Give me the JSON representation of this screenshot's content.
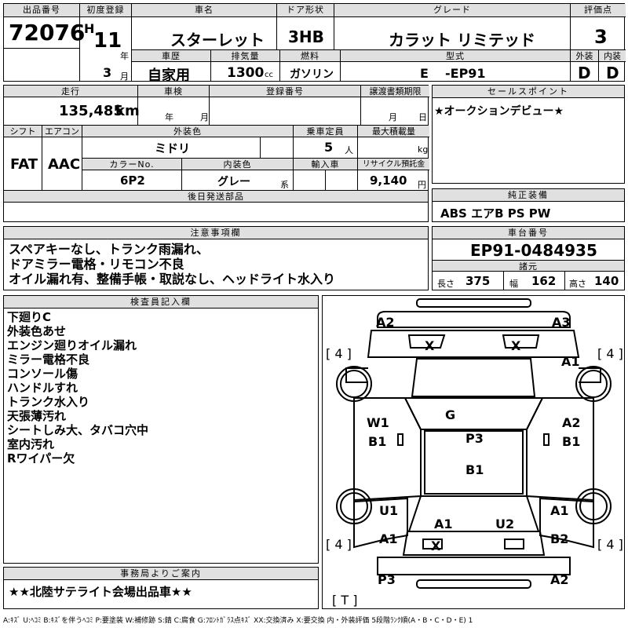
{
  "header": {
    "lot_label": "出品番号",
    "lot": "72076",
    "first_reg_label": "初度登録",
    "era": "H",
    "year": "11",
    "year_unit": "年",
    "month": "3",
    "month_unit": "月",
    "car_name_label": "車名",
    "car_name": "スターレット",
    "door_label": "ドア形状",
    "door": "3HB",
    "grade_label": "グレード",
    "grade": "カラット リミテッド",
    "score_label": "評価点",
    "score": "3",
    "history_label": "車歴",
    "history": "自家用",
    "displacement_label": "排気量",
    "displacement": "1300",
    "displacement_unit": "cc",
    "fuel_label": "燃料",
    "fuel": "ガソリン",
    "model_label": "型式",
    "model_prefix": "E",
    "model": "-EP91",
    "exterior_label": "外装",
    "exterior": "D",
    "interior_label": "内装",
    "interior": "D"
  },
  "mid": {
    "mileage_label": "走行",
    "mileage": "135,485",
    "mileage_unit": "km",
    "inspection_label": "車検",
    "insp_year_unit": "年",
    "insp_month_unit": "月",
    "reg_no_label": "登録番号",
    "transfer_label": "譲渡書類期限",
    "transfer_month_unit": "月",
    "transfer_day_unit": "日",
    "sales_point_label": "セールスポイント",
    "sales_point": "★オークションデビュー★",
    "shift_label": "シフト",
    "shift": "FAT",
    "ac_label": "エアコン",
    "ac": "AAC",
    "ext_color_label": "外装色",
    "ext_color": "ミドリ",
    "capacity_label": "乗車定員",
    "capacity": "5",
    "capacity_unit": "人",
    "max_load_label": "最大積載量",
    "max_load_unit": "kg",
    "color_no_label": "カラーNo.",
    "color_no": "6P2",
    "int_color_label": "内装色",
    "int_color": "グレー",
    "int_color_unit": "系",
    "import_label": "輸入車",
    "recycle_label": "リサイクル預託金",
    "recycle": "9,140",
    "recycle_unit": "円",
    "post_parts_label": "後日発送部品",
    "equipment_label": "純正装備",
    "equipment": "ABS エアB PS PW"
  },
  "notes": {
    "label": "注意事項欄",
    "lines": [
      "スペアキーなし、トランク雨漏れ、",
      "ドアミラー電格・リモコン不良",
      "オイル漏れ有、整備手帳・取説なし、ヘッドライト水入り"
    ]
  },
  "chassis": {
    "label": "車台番号",
    "number": "EP91-0484935",
    "spec_label": "諸元",
    "length_label": "長さ",
    "length": "375",
    "width_label": "幅",
    "width": "162",
    "height_label": "高さ",
    "height": "140"
  },
  "inspector": {
    "label": "検査員記入欄",
    "lines": [
      "下廻りC",
      "外装色あせ",
      "エンジン廻りオイル漏れ",
      "ミラー電格不良",
      "コンソール傷",
      "ハンドルすれ",
      "トランク水入り",
      "天張薄汚れ",
      "シートしみ大、タバコ穴中",
      "室内汚れ",
      "Rワイパー欠"
    ]
  },
  "office": {
    "label": "事務局よりご案内",
    "text": "★★北陸サテライト会場出品車★★"
  },
  "diagram": {
    "marks": {
      "front_left": "A2",
      "front_right": "A3",
      "headlight_left": "X",
      "headlight_right": "X",
      "tire_fl": "[ 4 ]",
      "tire_fr": "[ 4 ]",
      "tire_rl": "[ 4 ]",
      "tire_rr": "[ 4 ]",
      "fender_fr": "A1",
      "windshield": "G",
      "door_l_1": "W1",
      "door_l_2": "B1",
      "door_r_1": "A2",
      "door_r_2": "B1",
      "roof": "P3",
      "roof_rear": "B1",
      "qtr_l_1": "U1",
      "qtr_l_2": "A1",
      "qtr_r_1": "A1",
      "qtr_r_2": "B2",
      "rear_win_1": "A1",
      "rear_win_2": "U2",
      "taillight": "X",
      "rear_left": "P3",
      "rear_right": "A2",
      "spare": "[ T ]"
    }
  },
  "legend": "A:ｷｽﾞ U:ﾍｺﾐ B:ｷｽﾞを伴うﾍｺﾐ P:要塗装 W:補修跡 S:錆 C:腐食 G:ﾌﾛﾝﾄｶﾞﾗｽ点ｷｽﾞ XX:交換済み X:要交換 内・外装評価 5段階ﾗﾝｸ順(A・B・C・D・E) 1"
}
